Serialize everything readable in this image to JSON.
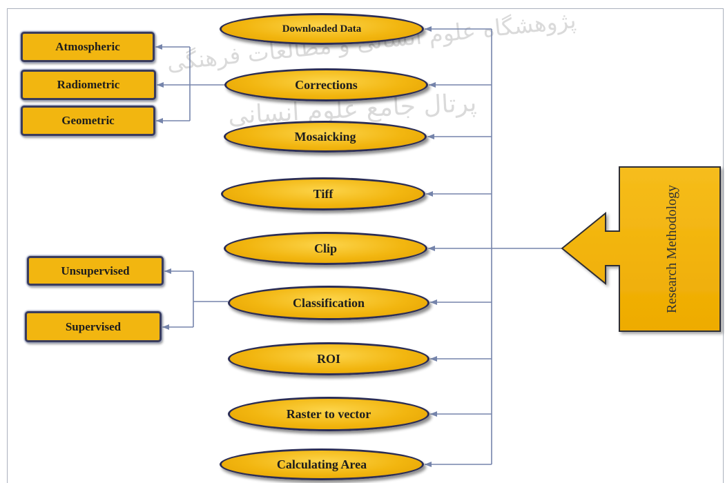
{
  "diagram": {
    "callout": "Research Methodology",
    "steps": [
      "Downloaded Data",
      "Corrections",
      "Mosaicking",
      "Tiff",
      "Clip",
      "Classification",
      "ROI",
      "Raster to vector",
      "Calculating Area"
    ],
    "branches": {
      "corrections": [
        "Atmospheric",
        "Radiometric",
        "Geometric"
      ],
      "classification": [
        "Unsupervised",
        "Supervised"
      ]
    }
  },
  "watermark": {
    "line1": "پژوهشگاه علوم انسانی و مطالعات فرهنگی",
    "line2": "پرتال جامع علوم انسانی"
  },
  "colors": {
    "node_fill": "#f2b610",
    "node_border": "#2b2d55",
    "box_border": "#3a3c5c",
    "connector": "#7584ab",
    "text": "#1d1d1d"
  }
}
